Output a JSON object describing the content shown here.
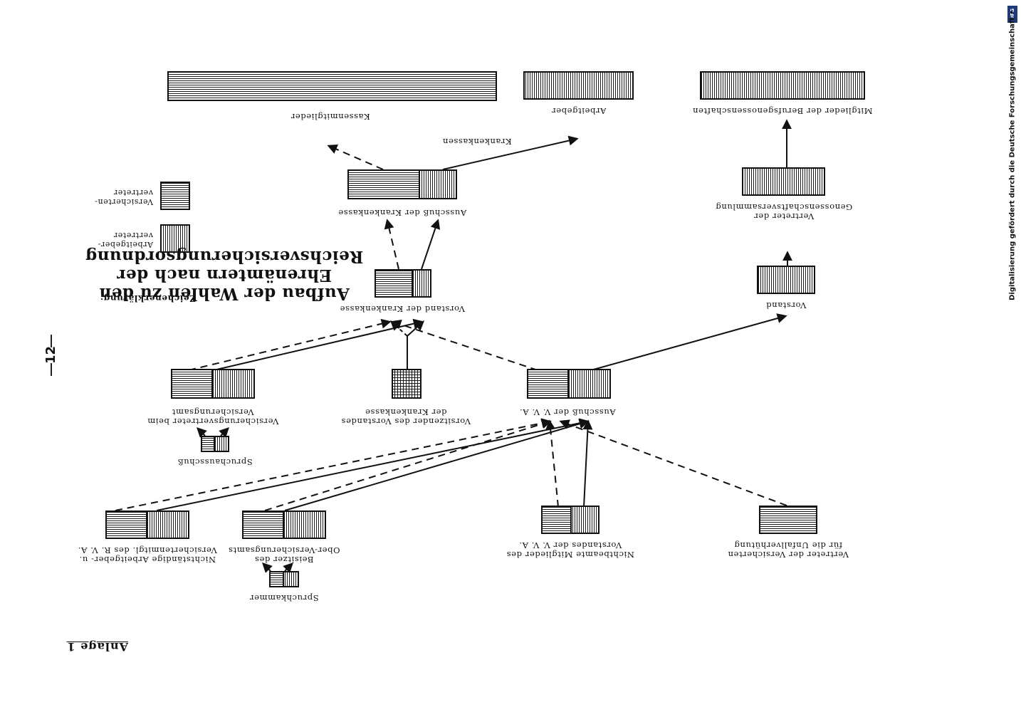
{
  "page": {
    "page_number": "12",
    "side_note": "Digitalisierung gefördert durch die Deutsche Forschungsgemeinschaft •",
    "side_logo": "DFG",
    "orientation_note": "page content printed upside down"
  },
  "document": {
    "anlage": "Anlage 1",
    "title_lines": [
      "Aufbau der Wahlen zu den",
      "Ehrenämtern nach der",
      "Reichsversicherungsordnung"
    ]
  },
  "legend": {
    "title": "Zeichenerklärung:",
    "items": [
      {
        "label_lines": [
          "Arbeitgeber-",
          "vertreter"
        ],
        "pattern": "vertical-lines"
      },
      {
        "label_lines": [
          "Versicherten-",
          "vertreter"
        ],
        "pattern": "horizontal-lines"
      }
    ]
  },
  "nodes": {
    "mitglieder_bg": {
      "label_lines": [
        "Mitglieder der Berufsgenossenschaften"
      ]
    },
    "arbeitgeber": {
      "label_lines": [
        "Arbeitgeber"
      ]
    },
    "kassenmitglieder": {
      "label_lines": [
        "Kassenmitglieder"
      ]
    },
    "vertreter_genoss": {
      "label_lines": [
        "Vertreter der",
        "Genossenschaftsversammlung"
      ]
    },
    "vorstand_bg": {
      "label_lines": [
        "Vorstand"
      ]
    },
    "ausschuss_kk": {
      "label_lines": [
        "Ausschuß der Krankenkasse"
      ]
    },
    "vorstand_kk": {
      "label_lines": [
        "Vorstand der Krankenkasse"
      ]
    },
    "ausschuss_va": {
      "label_lines": [
        "Ausschuß der V. V. A."
      ]
    },
    "vorsitzender": {
      "label_lines": [
        "Vorsitzender des Vorstandes",
        "der Krankenkasse"
      ]
    },
    "vers_vertreter": {
      "label_lines": [
        "Versicherungsvertreter beim",
        "Versicherungsamt"
      ]
    },
    "spruchausschuss": {
      "label_lines": [
        "Spruchausschuß"
      ]
    },
    "vertreter_versicherten": {
      "label_lines": [
        "Vertreter der Versicherten",
        "für die Unfallverhütung"
      ]
    },
    "nichtbeamte": {
      "label_lines": [
        "Nichtbeamte Mitglieder des",
        "Vorstandes der V. V. A."
      ]
    },
    "beisitzer": {
      "label_lines": [
        "Beisitzer des",
        "Ober-Versicherungsamts"
      ]
    },
    "spruchkammer": {
      "label_lines": [
        "Spruchkammer"
      ]
    },
    "nichtstaendige": {
      "label_lines": [
        "Nichtständige Arbeitgeber- u.",
        "Versichertenmitgl. des R. V. A."
      ]
    }
  },
  "edge_labels": {
    "krankenkassen": "Krankenkassen"
  }
}
